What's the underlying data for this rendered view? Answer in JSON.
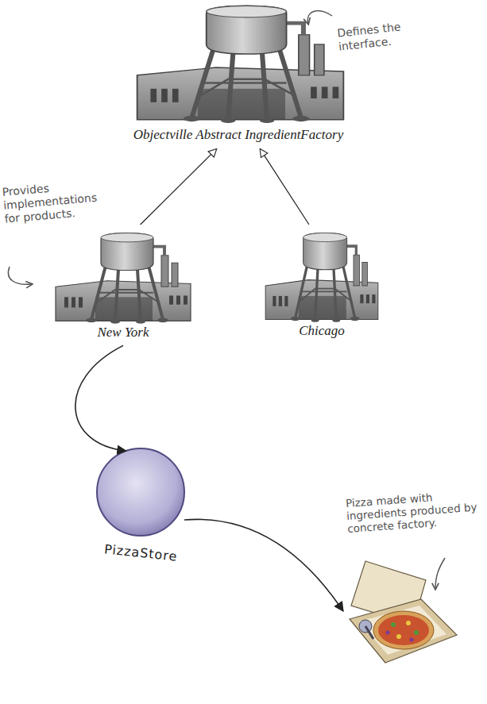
{
  "diagram": {
    "nodes": [
      {
        "text": [
          "Objectville Abstract IngredientFactory"
        ]
      },
      {
        "text": [
          "New York"
        ]
      },
      {
        "text": [
          "Chicago"
        ]
      },
      {
        "text": [
          "PizzaStore"
        ]
      }
    ],
    "edges": [
      {
        "from": 1,
        "to": 0,
        "arrow": "to"
      },
      {
        "from": 2,
        "to": 0,
        "arrow": "to"
      },
      {
        "from": 1,
        "to": 3,
        "arrow": "to"
      }
    ],
    "labels": [
      "Defines the interface.",
      "Provides implementations for products.",
      "Pizza made with ingredients produced by concrete factory."
    ]
  }
}
